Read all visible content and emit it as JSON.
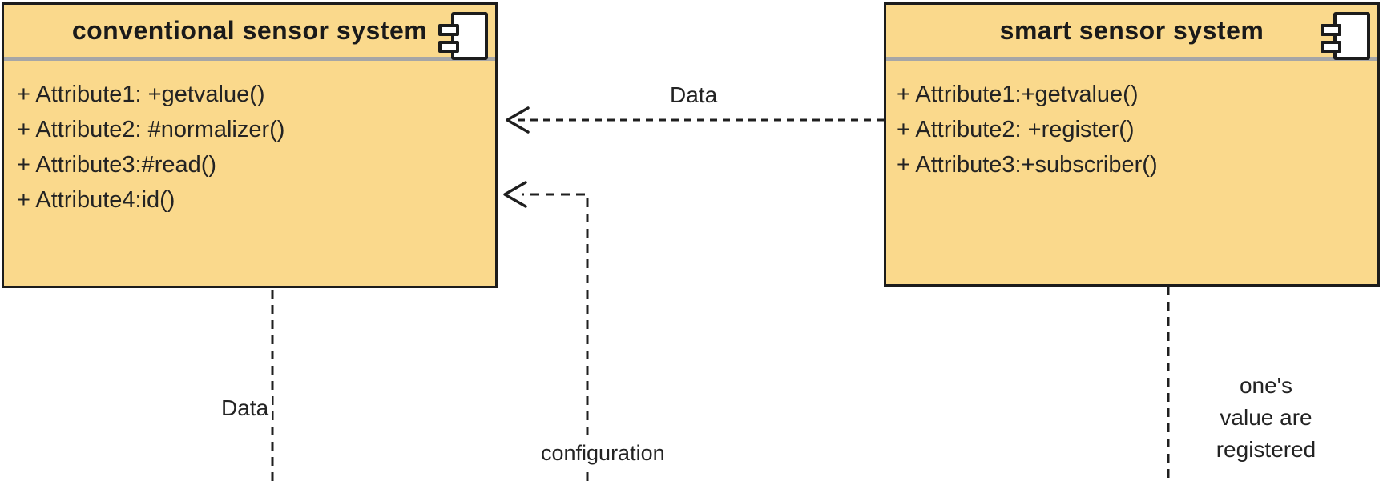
{
  "diagram": {
    "components": [
      {
        "title": "conventional sensor system",
        "attributes": [
          "+ Attribute1: +getvalue()",
          "+ Attribute2: #normalizer()",
          "+ Attribute3:#read()",
          "+ Attribute4:id()"
        ]
      },
      {
        "title": "smart sensor system",
        "attributes": [
          "+ Attribute1:+getvalue()",
          "+ Attribute2: +register()",
          "+ Attribute3:+subscriber()"
        ]
      }
    ],
    "connectors": {
      "data_horizontal_label": "Data",
      "data_vertical_label": "Data",
      "configuration_label": "configuration",
      "note_lines": [
        "one's",
        "value are",
        "registered"
      ]
    },
    "colors": {
      "component_fill": "#FAD98C",
      "component_stroke": "#1C1C1C",
      "divider_gray": "#A6A6A6",
      "connector": "#1F1F1F",
      "background": "#FFFFFF"
    }
  }
}
